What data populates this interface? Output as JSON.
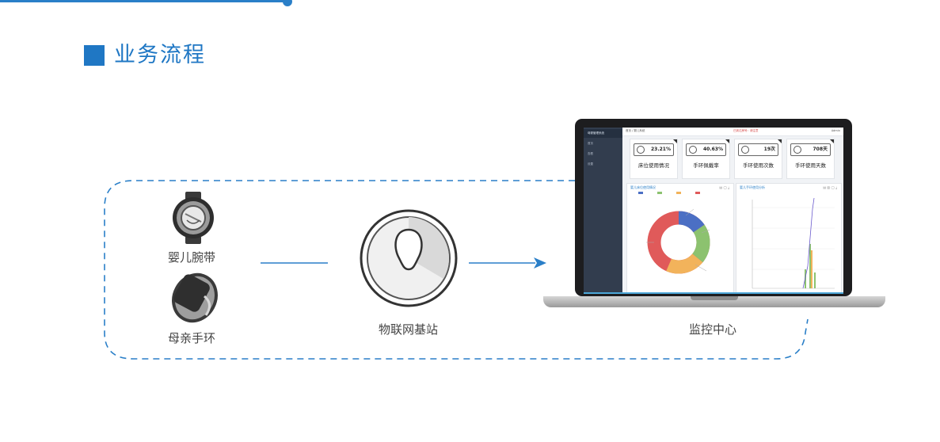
{
  "header": {
    "title": "业务流程"
  },
  "nodes": {
    "baby_band": "婴儿腕带",
    "mother_band": "母亲手环",
    "gateway": "物联网基站",
    "monitor": "监控中心"
  },
  "screen": {
    "sidebar": [
      "母婴管理系统",
      "首页",
      "查看",
      "设置"
    ],
    "breadcrumb": "首页 / 婴儿系统",
    "alert": "已到达房号：请注意",
    "user": "Admin",
    "cards": [
      {
        "value": "23.21%",
        "label": "床位使用情况"
      },
      {
        "value": "40.63%",
        "label": "手环佩戴率"
      },
      {
        "value": "19次",
        "label": "手环使用次数"
      },
      {
        "value": "708天",
        "label": "手环使用天数"
      }
    ],
    "panels": [
      {
        "title": "婴儿床位使用情况"
      },
      {
        "title": "婴儿手环使用分析"
      }
    ]
  },
  "colors": {
    "accent": "#1f77c4",
    "dashed": "#2a7fc8",
    "donut": [
      "#4b6fc4",
      "#8cc26f",
      "#f2b35b",
      "#e05a5a"
    ]
  }
}
